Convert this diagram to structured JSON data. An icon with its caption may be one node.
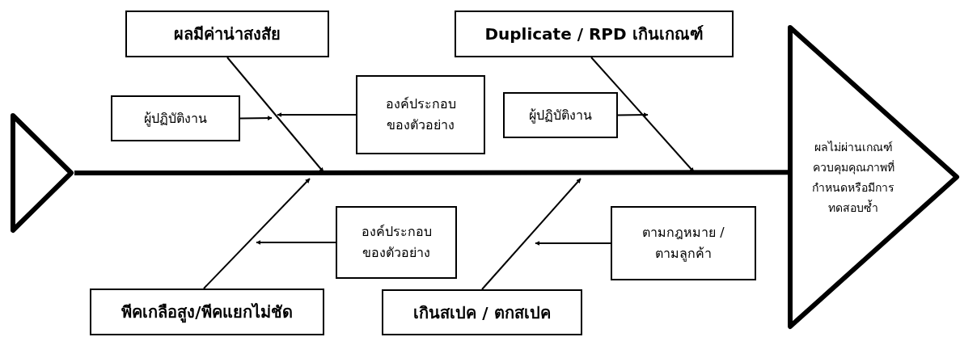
{
  "diagram": {
    "nodes": [
      {
        "text": [
          "ผลมีค่าน่าสงสัย"
        ]
      },
      {
        "text": [
          "Duplicate / RPD เกินเกณฑ์"
        ]
      },
      {
        "text": [
          "ผู้ปฏิบัติงาน"
        ]
      },
      {
        "text": [
          "องค์ประกอบของตัวอย่าง"
        ]
      },
      {
        "text": [
          "ผู้ปฏิบัติงาน"
        ]
      },
      {
        "text": [],
        "shape": "triangle"
      },
      {
        "text": [
          "ผลไม่ผ่านเกณฑ์ควบคุมคุณภาพที่กำหนดหรือมีการทดสอบซ้ำ"
        ]
      },
      {
        "text": [
          "องค์ประกอบของตัวอย่าง"
        ]
      },
      {
        "text": [
          "ตามกฎหมาย / ตามลูกค้า"
        ]
      },
      {
        "text": [
          "พีคเกลือสูง/พีคแยกไม่ชัด"
        ]
      },
      {
        "text": [
          "เกินสเปค / ตกสเปค"
        ]
      }
    ],
    "edges": [
      {
        "from": 5,
        "to": 6,
        "arrow": "none",
        "style": "thick"
      },
      {
        "from": 0,
        "to": null,
        "arrow": "to"
      },
      {
        "from": 1,
        "to": null,
        "arrow": "to"
      },
      {
        "from": 2,
        "to": null,
        "arrow": "to"
      },
      {
        "from": 3,
        "to": null,
        "arrow": "to"
      },
      {
        "from": 4,
        "to": null,
        "arrow": "to"
      },
      {
        "from": 9,
        "to": null,
        "arrow": "to"
      },
      {
        "from": 7,
        "to": null,
        "arrow": "to"
      },
      {
        "from": 10,
        "to": null,
        "arrow": "to"
      },
      {
        "from": 8,
        "to": null,
        "arrow": "to"
      }
    ]
  }
}
